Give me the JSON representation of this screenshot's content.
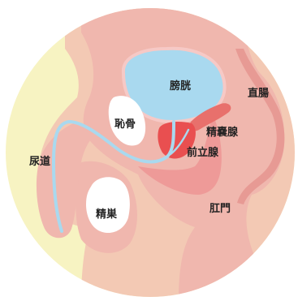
{
  "labels": {
    "bladder": "膀胱",
    "rectum": "直腸",
    "pubic_bone": "恥骨",
    "seminal_vesicle": "精嚢腺",
    "prostate": "前立腺",
    "urethra": "尿道",
    "testis": "精巣",
    "anus": "肛門"
  },
  "colors": {
    "background_circle": "#f7f3c2",
    "body_tissue": "#f3c9b4",
    "pelvic_region": "#f0b7ae",
    "inner_region": "#ee9a98",
    "bladder": "#a9d9ef",
    "bladder_outline": "#f6c9c6",
    "urethra": "#a9d9ef",
    "prostate": "#e94f50",
    "seminal_vesicle": "#e8706c",
    "bone": "#ffffff",
    "rectum_wall": "#e79a94",
    "label_text": "#222222"
  }
}
